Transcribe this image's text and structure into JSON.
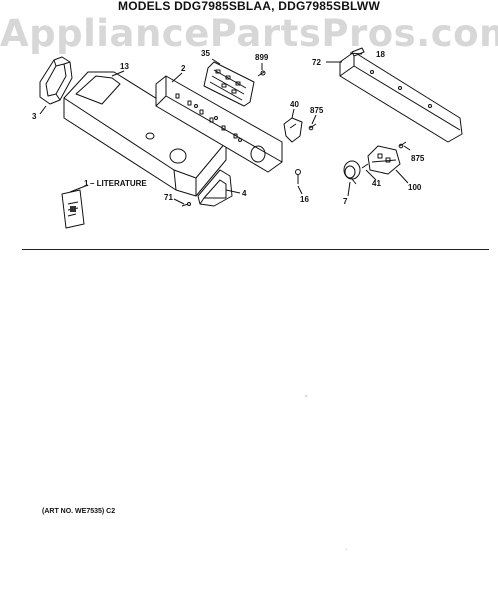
{
  "header": {
    "title": "MODELS DDG7985SBLAA, DDG7985SBLWW",
    "watermark": "AppliancePartsPros.com"
  },
  "parts": [
    {
      "id": "p13",
      "label": "13"
    },
    {
      "id": "p2",
      "label": "2"
    },
    {
      "id": "p35",
      "label": "35"
    },
    {
      "id": "p899",
      "label": "899"
    },
    {
      "id": "p18",
      "label": "18"
    },
    {
      "id": "p72",
      "label": "72"
    },
    {
      "id": "p3",
      "label": "3"
    },
    {
      "id": "p40",
      "label": "40"
    },
    {
      "id": "p875a",
      "label": "875"
    },
    {
      "id": "p875b",
      "label": "875"
    },
    {
      "id": "p1",
      "label": "1"
    },
    {
      "id": "p1lit",
      "label": "– LITERATURE"
    },
    {
      "id": "p71",
      "label": "71"
    },
    {
      "id": "p4",
      "label": "4"
    },
    {
      "id": "p16",
      "label": "16"
    },
    {
      "id": "p7",
      "label": "7"
    },
    {
      "id": "p41",
      "label": "41"
    },
    {
      "id": "p100",
      "label": "100"
    }
  ],
  "footer": {
    "art_number": "(ART NO. WE7535) C2"
  }
}
